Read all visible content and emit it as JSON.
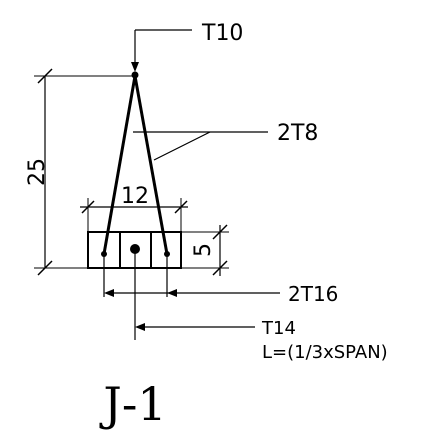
{
  "labels": {
    "top_bar": "T10",
    "side_bars": "2T8",
    "bottom_bars": "2T16",
    "extra_bar": "T14",
    "extra_length": "L=(1/3xSPAN)",
    "title": "J-1"
  },
  "dimensions": {
    "height": "25",
    "width": "12",
    "depth": "5"
  }
}
